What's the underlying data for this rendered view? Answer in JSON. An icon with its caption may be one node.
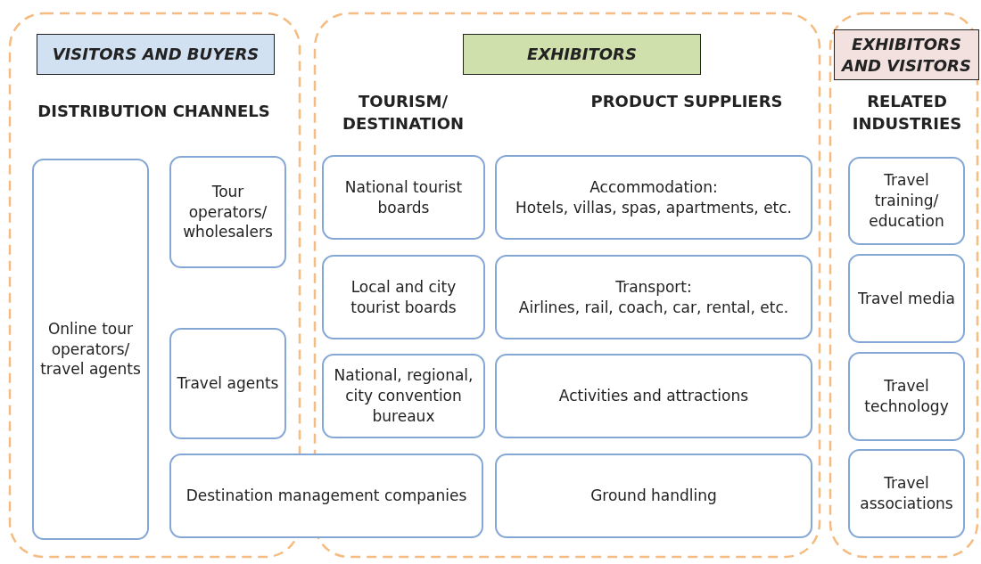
{
  "diagram": {
    "nodes": [
      {
        "text": [],
        "shape": "box"
      },
      {
        "text": [
          "VISITORS AND BUYERS"
        ],
        "in": 0
      },
      {
        "text": [
          "Online tour operators/ travel agents"
        ],
        "in": 0
      },
      {
        "text": [
          "Tour operators/ wholesalers"
        ],
        "in": 0
      },
      {
        "text": [
          "Travel agents"
        ],
        "in": 0
      },
      {
        "text": [],
        "shape": "box"
      },
      {
        "text": [
          "EXHIBITORS"
        ],
        "in": 5
      },
      {
        "text": [
          "National tourist boards"
        ],
        "in": 5
      },
      {
        "text": [
          "Accommodation:",
          "Hotels, villas, spas, apartments, etc."
        ],
        "in": 5
      },
      {
        "text": [
          "Local and city tourist boards"
        ],
        "in": 5
      },
      {
        "text": [
          "Transport:",
          "Airlines, rail, coach, car, rental, etc."
        ],
        "in": 5
      },
      {
        "text": [
          "National, regional, city convention bureaux"
        ],
        "in": 5
      },
      {
        "text": [
          "Activities and attractions"
        ],
        "in": 5
      },
      {
        "text": [
          "Destination management companies"
        ]
      },
      {
        "text": [
          "Ground handling"
        ],
        "in": 5
      },
      {
        "text": [],
        "shape": "box"
      },
      {
        "text": [
          "EXHIBITORS AND VISITORS"
        ],
        "in": 15
      },
      {
        "text": [
          "Travel training/ education"
        ],
        "in": 15
      },
      {
        "text": [
          "Travel media"
        ],
        "in": 15
      },
      {
        "text": [
          "Travel technology"
        ],
        "in": 15
      },
      {
        "text": [
          "Travel associations"
        ],
        "in": 15
      }
    ],
    "labels": [
      "DISTRIBUTION CHANNELS",
      "TOURISM/ DESTINATION",
      "PRODUCT SUPPLIERS",
      "RELATED INDUSTRIES"
    ]
  }
}
